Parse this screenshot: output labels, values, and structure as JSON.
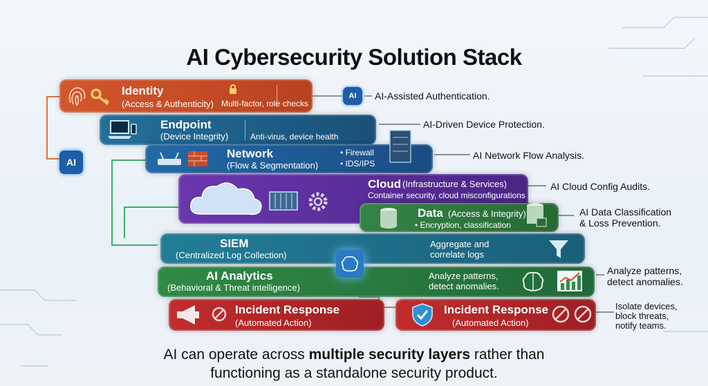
{
  "title": "AI Cybersecurity Solution Stack",
  "chip_label": "AI",
  "layers": {
    "identity": {
      "name": "Identity",
      "sub": "(Access & Authenticity)",
      "detail": "Multi-factor, role checks",
      "note": "AI-Assisted Authentication."
    },
    "endpoint": {
      "name": "Endpoint",
      "sub": "(Device Integrity)",
      "detail": "Anti-virus, device health",
      "note": "AI-Driven Device Protection."
    },
    "network": {
      "name": "Network",
      "sub": "(Flow & Segmentation)",
      "detail1": "• Firewall",
      "detail2": "• IDS/IPS",
      "note": "AI Network Flow Analysis."
    },
    "cloud": {
      "name": "Cloud",
      "sub": "(Infrastructure & Services)",
      "detail": "Container security, cloud misconfigurations",
      "note": "AI Cloud Config Audits."
    },
    "data": {
      "name": "Data",
      "sub": "(Access & Integrity)",
      "detail": "• Encryption, classification",
      "note_line1": "AI Data Classification",
      "note_line2": "& Loss Prevention."
    },
    "siem": {
      "name": "SIEM",
      "sub": "(Centralized Log Collection)",
      "detail_line1": "Aggregate and",
      "detail_line2": "correlate logs"
    },
    "analytics": {
      "name": "AI Analytics",
      "sub": "(Behavioral & Threat intelligence)",
      "detail_line1": "Analyze patterns,",
      "detail_line2": "detect anomalies.",
      "note_line1": "Analyze patterns,",
      "note_line2": "detect anomalies."
    },
    "incident_left": {
      "name": "Incident Response",
      "sub": "(Automated Action)"
    },
    "incident_right": {
      "name": "Incident Response",
      "sub": "(Automated Action)",
      "note_line1": "Isolate devices,",
      "note_line2": "block threats,",
      "note_line3": "notify teams."
    }
  },
  "bottom_text": {
    "part1": "AI can operate across ",
    "bold": "multiple security layers",
    "part2": " rather than",
    "line2": "functioning as a standalone security product."
  },
  "colors": {
    "identity": "#c2492a",
    "endpoint": "#1f5f86",
    "network": "#1d5b93",
    "cloud": "#5a2f98",
    "data": "#2f7a3a",
    "siem": "#1f6d86",
    "analytics": "#277a3c",
    "incident": "#b4262a",
    "chip": "#1e5ea8"
  },
  "icons": [
    "fingerprint-icon",
    "key-icon",
    "lock-icon",
    "laptop-icon",
    "router-icon",
    "firewall-icon",
    "server-icon",
    "cloud-icon",
    "gear-icon",
    "database-icon",
    "brain-icon",
    "funnel-icon",
    "chart-icon",
    "megaphone-icon",
    "shield-check-icon",
    "block-icon"
  ]
}
